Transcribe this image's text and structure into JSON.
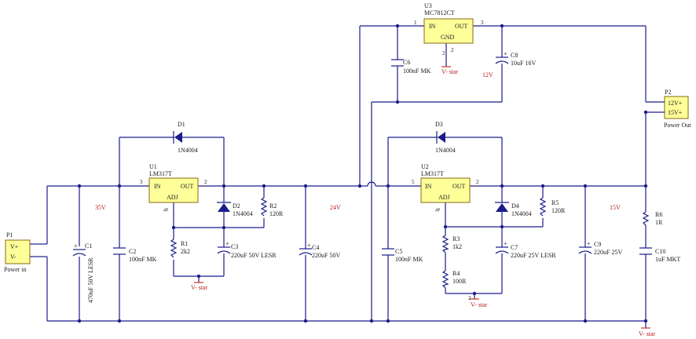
{
  "colors": {
    "wire": "#1c1c8c",
    "net_label": "#b41e1e",
    "ic_fill": "#ffff99",
    "ground": "#c0392b"
  },
  "connectors": {
    "p1": {
      "ref": "P1",
      "pins": [
        "V+",
        "V-"
      ],
      "label": "Power in"
    },
    "p2": {
      "ref": "P2",
      "pins": [
        "12V+",
        "15V+"
      ],
      "label": "Power Out"
    }
  },
  "regulators": {
    "u1": {
      "ref": "U1",
      "part": "LM317T",
      "in": "IN",
      "out": "OUT",
      "adj": "ADJ",
      "pin_in": "3",
      "pin_out": "2",
      "pin_adj": "1"
    },
    "u2": {
      "ref": "U2",
      "part": "LM317T",
      "in": "IN",
      "out": "OUT",
      "adj": "ADJ",
      "pin_in": "5",
      "pin_out": "2",
      "pin_adj": "1"
    },
    "u3": {
      "ref": "U3",
      "part": "MC7812CT",
      "in": "IN",
      "out": "OUT",
      "gnd": "GND",
      "pin_in": "1",
      "pin_out": "3",
      "pin_gnd": "2"
    }
  },
  "components": {
    "c1": {
      "ref": "C1",
      "value": "470uF 50V LESR"
    },
    "c2": {
      "ref": "C2",
      "value": "100nF MK"
    },
    "c3": {
      "ref": "C3",
      "value": "220uF 50V LESR"
    },
    "c4": {
      "ref": "C4",
      "value": "220uF 50V"
    },
    "c5": {
      "ref": "C5",
      "value": "100nF MK"
    },
    "c6": {
      "ref": "C6",
      "value": "100nF MK"
    },
    "c7": {
      "ref": "C7",
      "value": "220uF 25V LESR"
    },
    "c8": {
      "ref": "C8",
      "value": "10uF 16V"
    },
    "c9": {
      "ref": "C9",
      "value": "220uF 25V"
    },
    "c10": {
      "ref": "C10",
      "value": "1uF MKT"
    },
    "r1": {
      "ref": "R1",
      "value": "2k2"
    },
    "r2": {
      "ref": "R2",
      "value": "120R"
    },
    "r3": {
      "ref": "R3",
      "value": "1k2"
    },
    "r4": {
      "ref": "R4",
      "value": "100R"
    },
    "r5": {
      "ref": "R5",
      "value": "120R"
    },
    "r6": {
      "ref": "R6",
      "value": "1R"
    },
    "d1": {
      "ref": "D1",
      "value": "1N4004"
    },
    "d2": {
      "ref": "D2",
      "value": "1N4004"
    },
    "d3": {
      "ref": "D3",
      "value": "1N4004"
    },
    "d4": {
      "ref": "D4",
      "value": "1N4004"
    }
  },
  "nets": {
    "n35": "35V",
    "n24": "24V",
    "n15": "15V",
    "n12": "12V"
  },
  "ground_labels": {
    "u3": "V- star",
    "u1": "V- star",
    "u2": "V- star",
    "main": "V- star"
  },
  "ground_pins": {
    "u3": "2",
    "u2": "2"
  },
  "adj_marks": {
    "u1": "1",
    "u2": "1"
  },
  "polarity": {
    "c1": "+",
    "c3": "+",
    "c4": "+",
    "c7": "+",
    "c8": "+",
    "c9": "+"
  }
}
